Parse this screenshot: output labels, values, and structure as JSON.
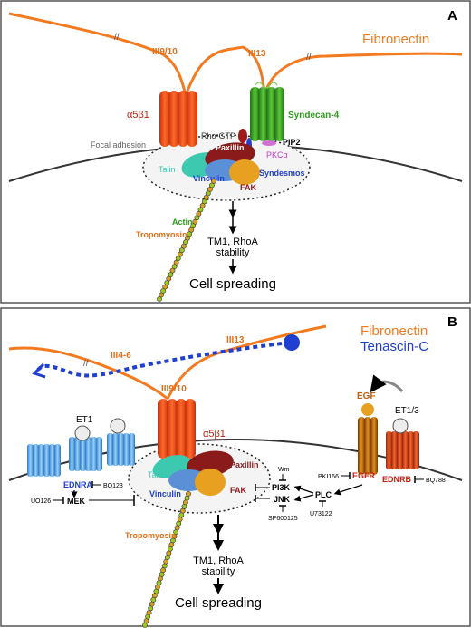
{
  "colors": {
    "fibronectin": "#F47A20",
    "tenascin": "#1F3FD0",
    "integrin": "#F0501A",
    "syndecan": "#2E9A1E",
    "talin": "#3DC9B0",
    "paxillin": "#8B1A1A",
    "vinculin": "#5B8FD6",
    "fak": "#E8A020",
    "ednra": "#4FA8E8",
    "ednrb": "#E0401A",
    "egfr": "#C06010",
    "pkc": "#D070D0",
    "actin": "#9CC820",
    "membrane": "#333333"
  },
  "panel_a": {
    "label": "A",
    "fibronectin": "Fibronectin",
    "iii910": "III9/10",
    "iii13": "III13",
    "integrin": "α5β1",
    "syndecan4": "Syndecan-4",
    "focal_adhesion": "Focal adhesion",
    "rho_gtp": "Rho-GTP",
    "paxillin": "Paxillin",
    "pip2": "PIP2",
    "pkc": "PKCα",
    "talin": "Talin",
    "vinculin": "Vinculin",
    "syndesmos": "Syndesmos",
    "fak": "FAK",
    "actin": "Actin",
    "tropomyosin": "Tropomyosin",
    "outcome_line1": "TM1, RhoA",
    "outcome_line2": "stability",
    "cell_spreading": "Cell spreading"
  },
  "panel_b": {
    "label": "B",
    "fibronectin": "Fibronectin",
    "tenascin": "Tenascin-C",
    "iii46": "III4-6",
    "iii13": "III13",
    "iii910": "III9/10",
    "integrin": "α5β1",
    "egf": "EGF",
    "et1": "ET1",
    "et13": "ET1/3",
    "talin": "Talin",
    "paxillin": "Paxillin",
    "vinculin": "Vinculin",
    "fak": "FAK",
    "ednra": "EDNRA",
    "bq123": "BQ123",
    "u0126": "UO126",
    "mek": "MEK",
    "wm": "Wm",
    "pi3k": "PI3K",
    "jnk": "JNK",
    "plc": "PLC",
    "sp600125": "SP600125",
    "u73122": "U73122",
    "pki166": "PKI166",
    "egfr": "EGFR",
    "ednrb": "EDNRB",
    "bq788": "BQ788",
    "tropomyosin": "Tropomyosin",
    "outcome_line1": "TM1, RhoA",
    "outcome_line2": "stability",
    "cell_spreading": "Cell spreading"
  }
}
